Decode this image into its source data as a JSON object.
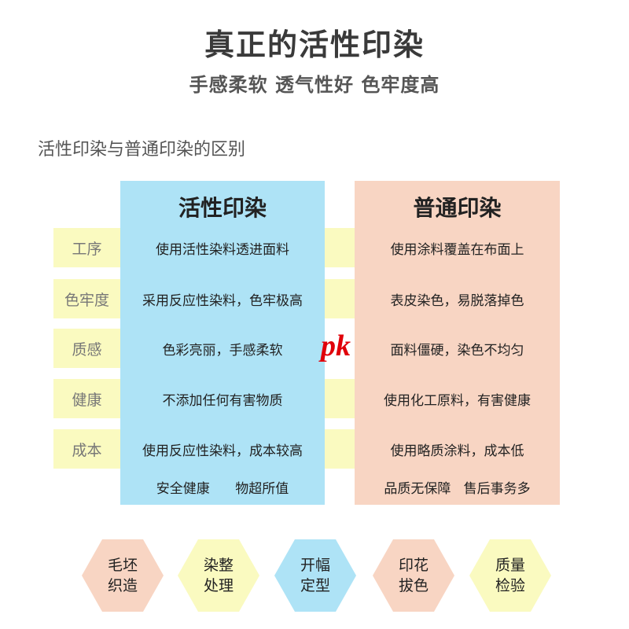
{
  "header": {
    "title": "真正的活性印染",
    "subtitle": "手感柔软 透气性好 色牢度高"
  },
  "comparison": {
    "section_title": "活性印染与普通印染的区别",
    "left_header": "活性印染",
    "right_header": "普通印染",
    "rows": [
      {
        "label": "工序",
        "left": "使用活性染料透进面料",
        "right": "使用涂料覆盖在布面上"
      },
      {
        "label": "色牢度",
        "left": "采用反应性染料，色牢极高",
        "right": "表皮染色，易脱落掉色"
      },
      {
        "label": "质感",
        "left": "色彩亮丽，手感柔软",
        "right": "面料僵硬，染色不均匀"
      },
      {
        "label": "健康",
        "left": "不添加任何有害物质",
        "right": "使用化工原料，有害健康"
      },
      {
        "label": "成本",
        "left": "使用反应性染料，成本较高",
        "right": "使用略质涂料，成本低"
      }
    ],
    "left_footer": "安全健康      物超所值",
    "right_footer": "品质无保障   售后事务多",
    "watermark": "pk",
    "colors": {
      "left_column": "#aee3f6",
      "right_column": "#f8d5c3",
      "label_bg": "#fafac0",
      "watermark": "#e0000a"
    }
  },
  "process": {
    "steps": [
      {
        "line1": "毛坯",
        "line2": "织造",
        "color": "#f8d5c3"
      },
      {
        "line1": "染整",
        "line2": "处理",
        "color": "#fafac0"
      },
      {
        "line1": "开幅",
        "line2": "定型",
        "color": "#aee3f6"
      },
      {
        "line1": "印花",
        "line2": "拔色",
        "color": "#f8d5c3"
      },
      {
        "line1": "质量",
        "line2": "检验",
        "color": "#fafac0"
      }
    ]
  }
}
